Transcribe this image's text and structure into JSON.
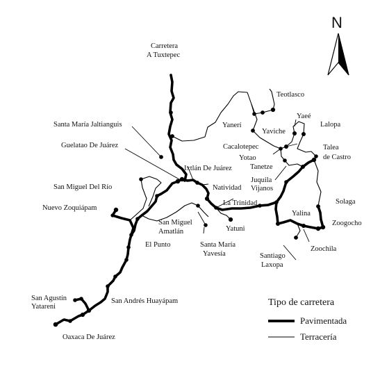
{
  "north": {
    "letter": "N"
  },
  "legend": {
    "title": "Tipo de carretera",
    "paved": "Pavimentada",
    "dirt": "Terracería"
  },
  "places": {
    "carretera_l1": "Carretera",
    "carretera_l2": "A Tuxtepec",
    "teotlasco": "Teotlasco",
    "yanerí": "Yanerí",
    "yaee": "Yaeé",
    "lalopa": "Lalopa",
    "yaviche": "Yaviche",
    "cacalotepec": "Cacalotepec",
    "talea_l1": "Talea",
    "talea_l2": "de Castro",
    "yotao": "Yotao",
    "tanetze": "Tanetze",
    "juquila": "Juquila",
    "vijanos": "Vijanos",
    "jaltianguis": "Santa María Jaltianguis",
    "guelatao": "Guelatao De Juárez",
    "ixtlan": "Ixtlán De Juárez",
    "natividad": "Natividad",
    "la_trinidad": "La Trinidad",
    "san_miguel_rio": "San Miguel Del Río",
    "nuevo_zoquiapam": "Nuevo Zoquiápam",
    "san_miguel_amatlan_l1": "San Miguel",
    "san_miguel_amatlan_l2": "Amatlán",
    "el_punto": "El Punto",
    "santa_maria_yavesia_l1": "Santa María",
    "santa_maria_yavesia_l2": "Yavesía",
    "yatuni": "Yatuni",
    "yalina": "Yalina",
    "solaga": "Solaga",
    "zoogocho": "Zoogocho",
    "zoochila": "Zoochila",
    "santiago_laxopa_l1": "Santiago",
    "santiago_laxopa_l2": "Laxopa",
    "san_agustin_l1": "San Agustín",
    "san_agustin_l2": "Yatareni",
    "san_andres": "San Andrés Huayápam",
    "oaxaca": "Oaxaca De Juárez"
  }
}
